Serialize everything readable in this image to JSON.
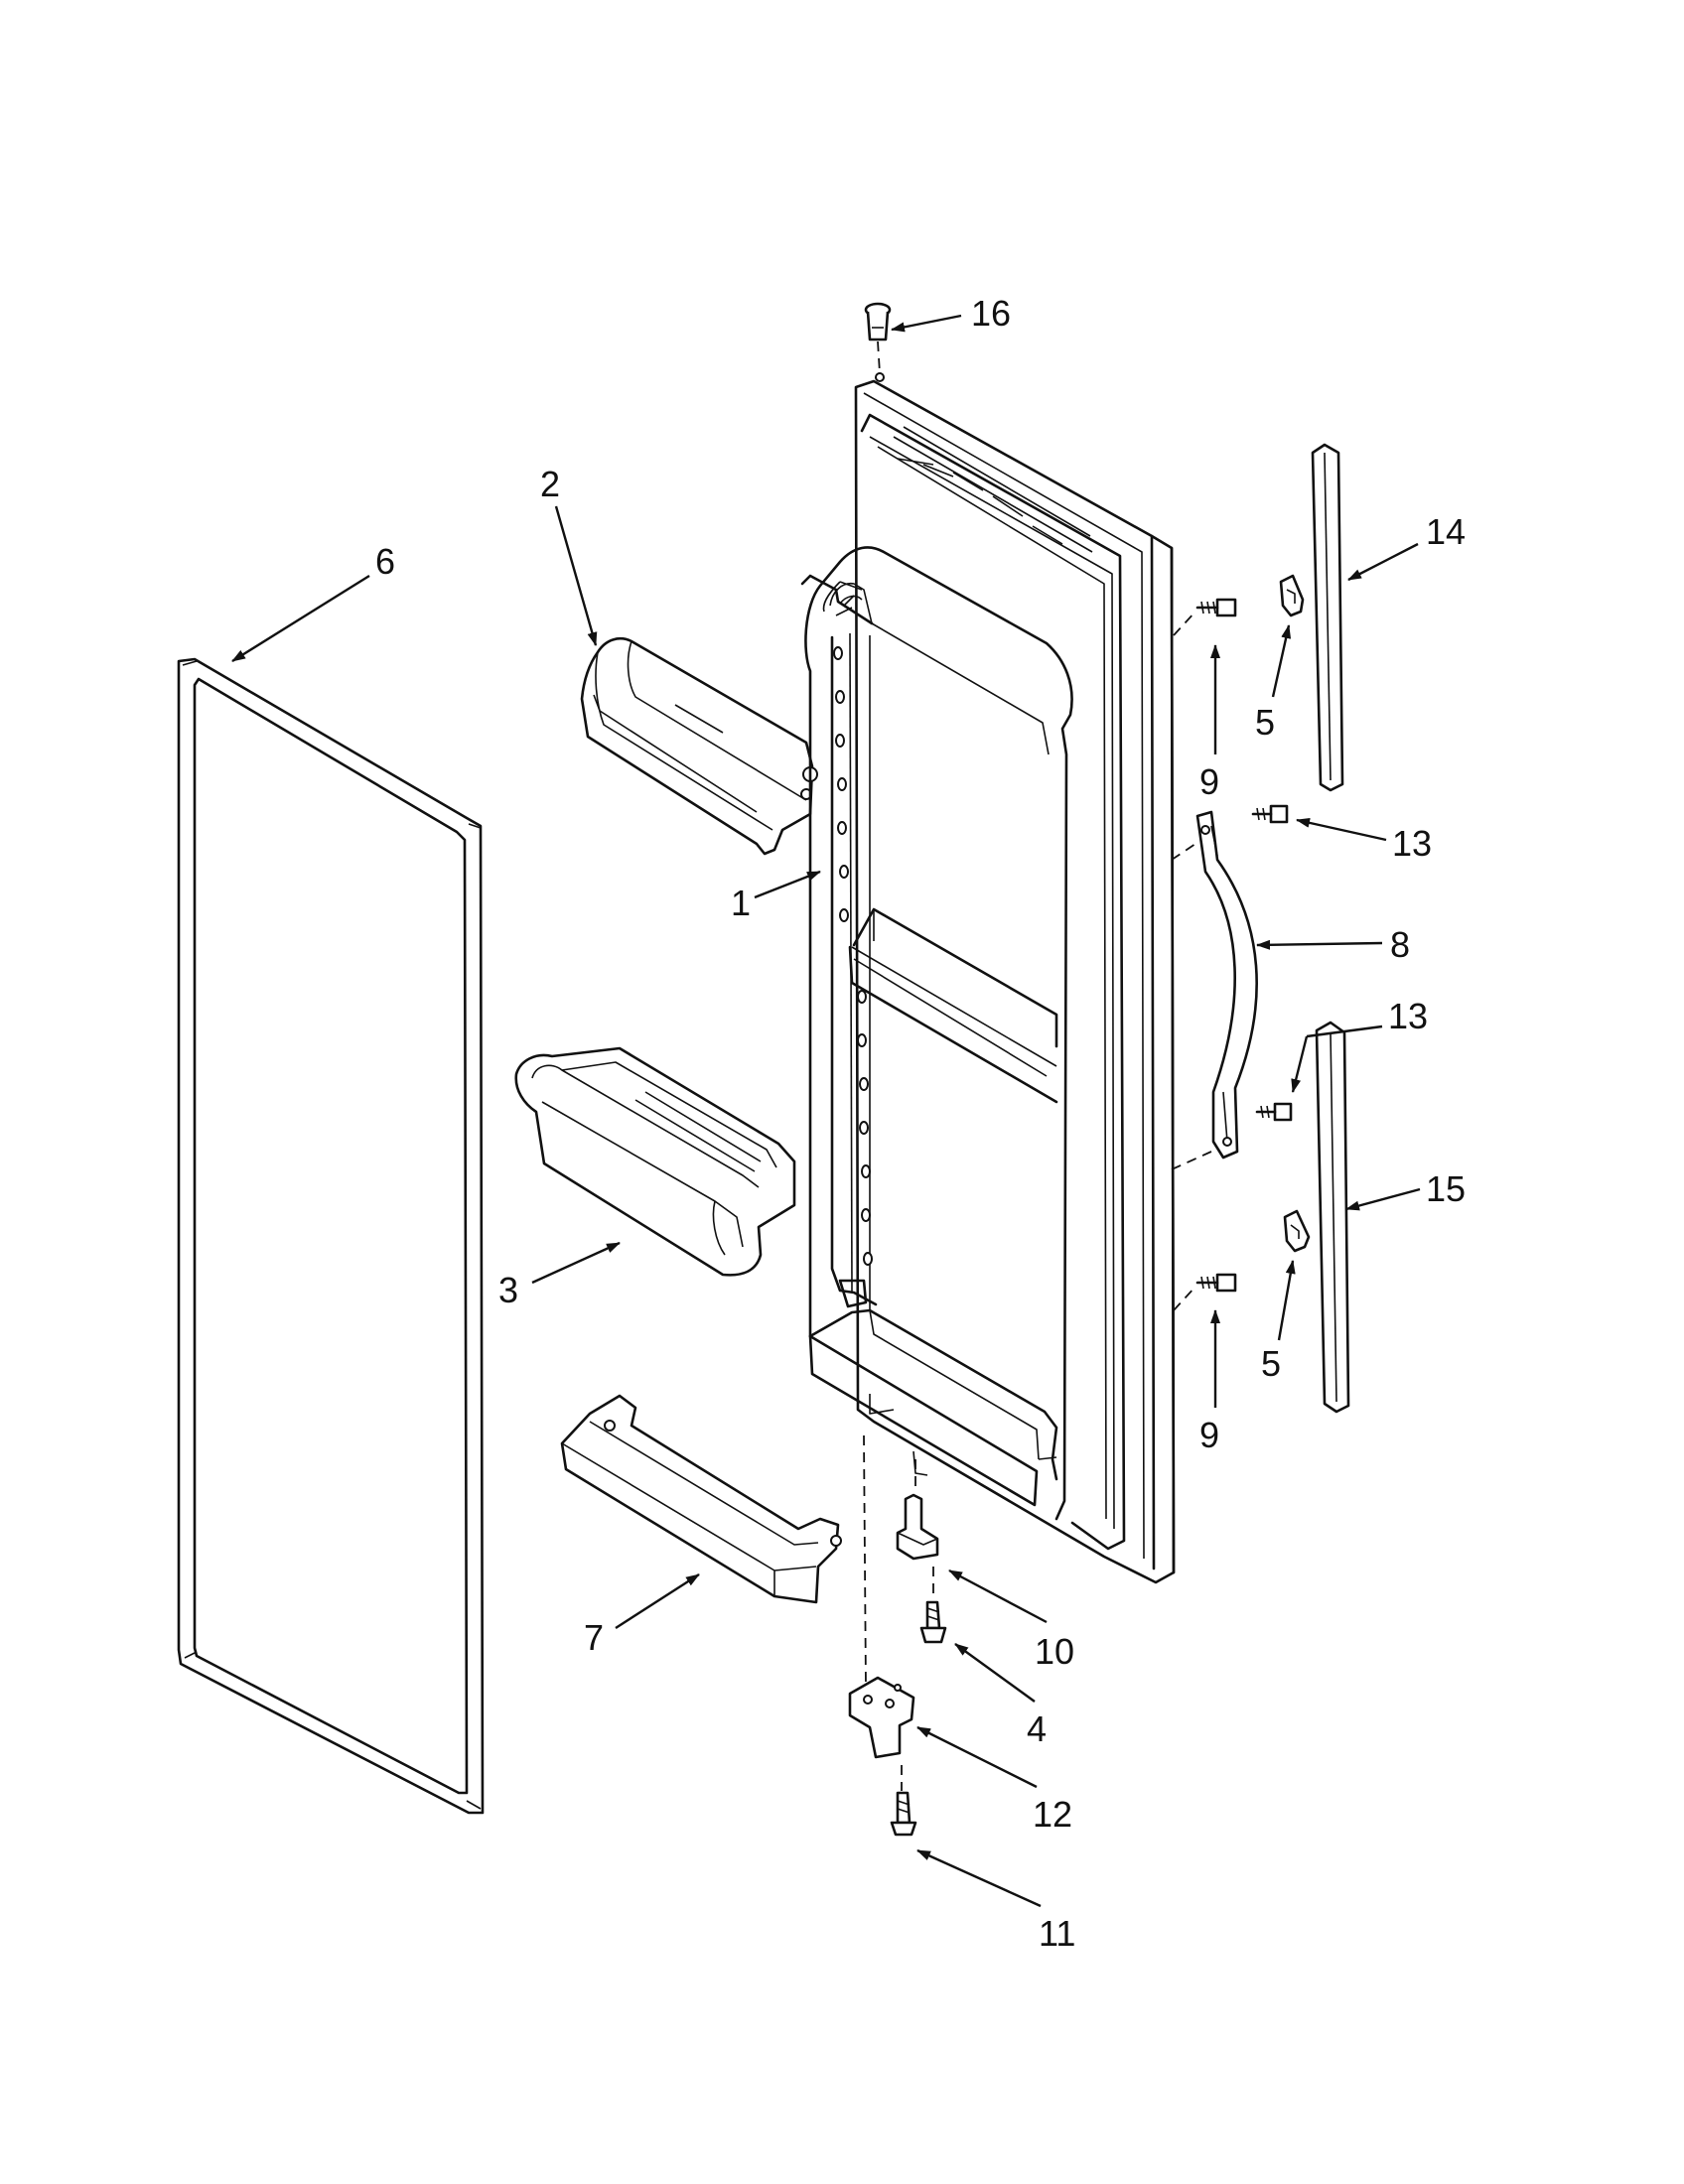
{
  "callouts": [
    {
      "id": "p16",
      "text": "16"
    },
    {
      "id": "p2",
      "text": "2"
    },
    {
      "id": "p6",
      "text": "6"
    },
    {
      "id": "p14",
      "text": "14"
    },
    {
      "id": "p5a",
      "text": "5"
    },
    {
      "id": "p9a",
      "text": "9"
    },
    {
      "id": "p13a",
      "text": "13"
    },
    {
      "id": "p1",
      "text": "1"
    },
    {
      "id": "p8",
      "text": "8"
    },
    {
      "id": "p13b",
      "text": "13"
    },
    {
      "id": "p15",
      "text": "15"
    },
    {
      "id": "p3",
      "text": "3"
    },
    {
      "id": "p5b",
      "text": "5"
    },
    {
      "id": "p9b",
      "text": "9"
    },
    {
      "id": "p7",
      "text": "7"
    },
    {
      "id": "p10",
      "text": "10"
    },
    {
      "id": "p4",
      "text": "4"
    },
    {
      "id": "p12",
      "text": "12"
    },
    {
      "id": "p11",
      "text": "11"
    }
  ]
}
